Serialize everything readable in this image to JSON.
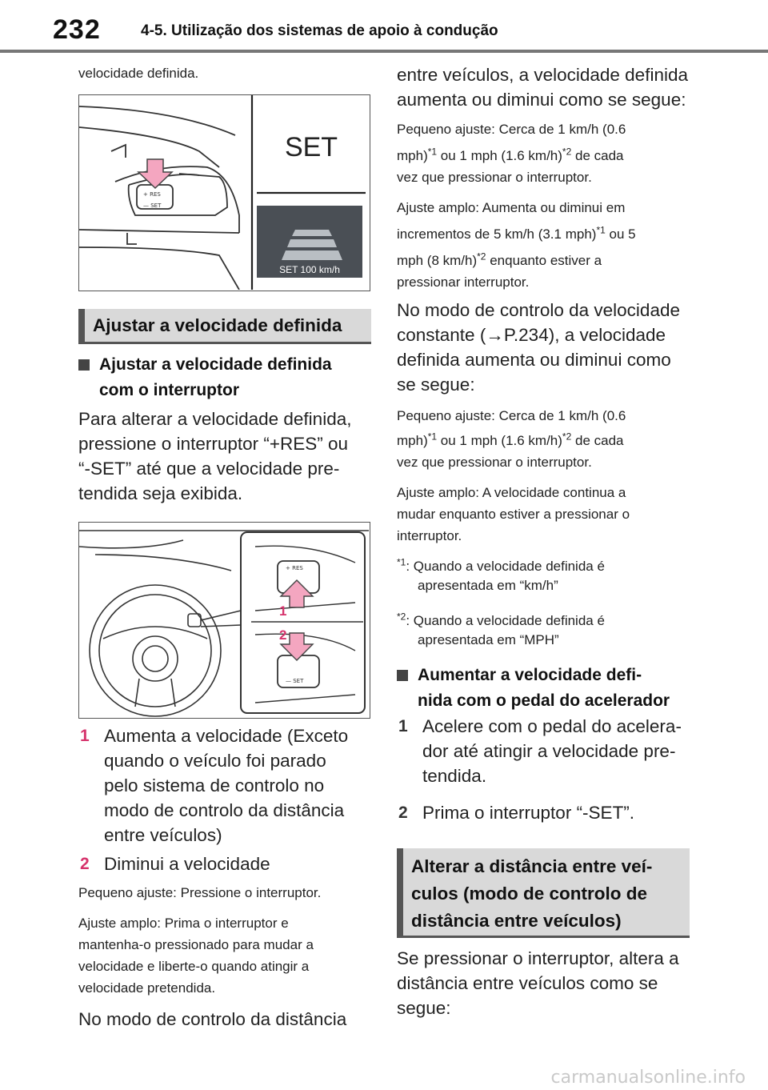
{
  "header": {
    "page_number": "232",
    "section_title": "4-5. Utilização dos sistemas de apoio à condução"
  },
  "left": {
    "intro": "velocidade definida.",
    "figure1": {
      "set_label": "SET",
      "display_readout": "SET 100 km/h"
    },
    "banner": "Ajustar a velocidade definida",
    "subhead": [
      "Ajustar a velocidade definida",
      "com o interruptor"
    ],
    "para": [
      "Para alterar a velocidade definida,",
      "pressione o interruptor “+RES” ou",
      "“-SET” até que a velocidade pre-",
      "tendida seja exibida."
    ],
    "figure2": {
      "button_res": "+ RES",
      "button_set": "— SET",
      "callout_1": "1",
      "callout_2": "2"
    },
    "step1": {
      "num": "1",
      "lines": [
        "Aumenta a velocidade (Exceto",
        "quando o veículo foi parado",
        "pelo sistema de controlo no",
        "modo de controlo da distância",
        "entre veículos)"
      ]
    },
    "step2": {
      "num": "2",
      "lines": [
        "Diminui a velocidade"
      ]
    },
    "small_adjust": "Pequeno ajuste: Pressione o interruptor.",
    "wide_adjust": [
      "Ajuste amplo: Prima o interruptor e",
      "mantenha-o pressionado para mudar a",
      "velocidade e liberte-o quando atingir a",
      "velocidade pretendida."
    ],
    "closing": "No modo de controlo da distância"
  },
  "right": {
    "p1": [
      "entre veículos, a velocidade definida",
      "aumenta ou diminui como se segue:"
    ],
    "small1": {
      "line1": "Pequeno ajuste: Cerca de 1 km/h (0.6",
      "a": "mph)",
      "s1": "*1",
      "b": " ou 1 mph (1.6 km/h)",
      "s2": "*2",
      "c": " de cada",
      "line3": "vez que pressionar o interruptor."
    },
    "wide1": {
      "line1": "Ajuste amplo: Aumenta ou diminui em",
      "a": "incrementos de 5 km/h (3.1 mph)",
      "s1": "*1",
      "b": " ou 5",
      "c": "mph (8 km/h)",
      "s2": "*2",
      "d": " enquanto estiver a",
      "line4": "pressionar interruptor."
    },
    "p2": [
      "No modo de controlo da velocidade",
      "constante (→P.234), a velocidade",
      "definida aumenta ou diminui como",
      "se segue:"
    ],
    "small2": {
      "line1": "Pequeno ajuste: Cerca de 1 km/h (0.6",
      "a": "mph)",
      "s1": "*1",
      "b": " ou 1 mph (1.6 km/h)",
      "s2": "*2",
      "c": " de cada",
      "line3": "vez que pressionar o interruptor."
    },
    "wide2": [
      "Ajuste amplo: A velocidade continua a",
      "mudar enquanto estiver a pressionar o",
      "interruptor."
    ],
    "note1": {
      "mark": "*1",
      "lines": [
        ": Quando a velocidade definida é",
        "apresentada em “km/h”"
      ]
    },
    "note2": {
      "mark": "*2",
      "lines": [
        ": Quando a velocidade definida é",
        "apresentada em “MPH”"
      ]
    },
    "subhead": [
      "Aumentar a velocidade defi-",
      "nida com o pedal do acelerador"
    ],
    "step1": {
      "num": "1",
      "lines": [
        "Acelere com o pedal do acelera-",
        "dor até atingir a velocidade pre-",
        "tendida."
      ]
    },
    "step2": {
      "num": "2",
      "lines": [
        "Prima o interruptor “-SET”."
      ]
    },
    "banner": [
      "Alterar a distância entre veí-",
      "culos (modo de controlo de",
      "distância entre veículos)"
    ],
    "closing": [
      "Se pressionar o interruptor, altera a",
      "distância entre veículos como se",
      "segue:"
    ]
  },
  "footer": {
    "watermark": "carmanualsonline.info"
  },
  "colors": {
    "accent_pink": "#d6336c",
    "arrow_fill": "#f4a6c0",
    "banner_bg": "#d9d9d9",
    "rule": "#777777"
  }
}
